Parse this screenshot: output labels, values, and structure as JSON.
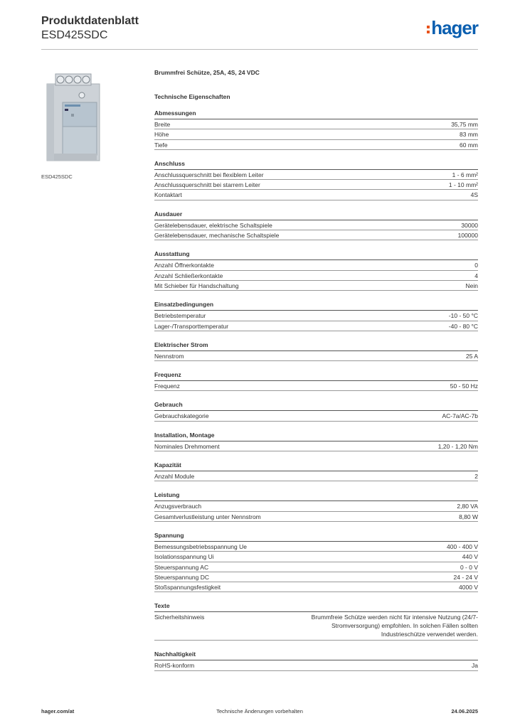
{
  "header": {
    "title": "Produktdatenblatt",
    "product_code": "ESD425SDC",
    "logo_text": "hager"
  },
  "image_caption": "ESD425SDC",
  "product_name": "Brummfrei Schütze, 25A, 4S, 24 VDC",
  "tech_title": "Technische Eigenschaften",
  "sections": [
    {
      "title": "Abmessungen",
      "rows": [
        {
          "label": "Breite",
          "value": "35,75 mm"
        },
        {
          "label": "Höhe",
          "value": "83 mm"
        },
        {
          "label": "Tiefe",
          "value": "60 mm"
        }
      ]
    },
    {
      "title": "Anschluss",
      "rows": [
        {
          "label": "Anschlussquerschnitt bei flexiblem Leiter",
          "value": "1 - 6 mm²"
        },
        {
          "label": "Anschlussquerschnitt bei starrem Leiter",
          "value": "1 - 10 mm²"
        },
        {
          "label": "Kontaktart",
          "value": "4S"
        }
      ]
    },
    {
      "title": "Ausdauer",
      "rows": [
        {
          "label": "Gerätelebensdauer, elektrische Schaltspiele",
          "value": "30000"
        },
        {
          "label": "Gerätelebensdauer, mechanische Schaltspiele",
          "value": "100000"
        }
      ]
    },
    {
      "title": "Ausstattung",
      "rows": [
        {
          "label": "Anzahl Öffnerkontakte",
          "value": "0"
        },
        {
          "label": "Anzahl Schließerkontakte",
          "value": "4"
        },
        {
          "label": "Mit Schieber für Handschaltung",
          "value": "Nein"
        }
      ]
    },
    {
      "title": "Einsatzbedingungen",
      "rows": [
        {
          "label": "Betriebstemperatur",
          "value": "-10 - 50 °C"
        },
        {
          "label": "Lager-/Transporttemperatur",
          "value": "-40 - 80 °C"
        }
      ]
    },
    {
      "title": "Elektrischer Strom",
      "rows": [
        {
          "label": "Nennstrom",
          "value": "25 A"
        }
      ]
    },
    {
      "title": "Frequenz",
      "rows": [
        {
          "label": "Frequenz",
          "value": "50 - 50 Hz"
        }
      ]
    },
    {
      "title": "Gebrauch",
      "rows": [
        {
          "label": "Gebrauchskategorie",
          "value": "AC-7a/AC-7b"
        }
      ]
    },
    {
      "title": "Installation, Montage",
      "rows": [
        {
          "label": "Nominales Drehmoment",
          "value": "1,20 - 1,20 Nm"
        }
      ]
    },
    {
      "title": "Kapazität",
      "rows": [
        {
          "label": "Anzahl Module",
          "value": "2"
        }
      ]
    },
    {
      "title": "Leistung",
      "rows": [
        {
          "label": "Anzugsverbrauch",
          "value": "2,80 VA"
        },
        {
          "label": "Gesamtverlustleistung unter Nennstrom",
          "value": "8,80 W"
        }
      ]
    },
    {
      "title": "Spannung",
      "rows": [
        {
          "label": "Bemessungsbetriebsspannung Ue",
          "value": "400 - 400 V"
        },
        {
          "label": "Isolationsspannung Ui",
          "value": "440 V"
        },
        {
          "label": "Steuerspannung AC",
          "value": "0 - 0 V"
        },
        {
          "label": "Steuerspannung DC",
          "value": "24 - 24 V"
        },
        {
          "label": "Stoßspannungsfestigkeit",
          "value": "4000 V"
        }
      ]
    },
    {
      "title": "Texte",
      "rows": [
        {
          "label": "Sicherheitshinweis",
          "value": "Brummfreie Schütze werden nicht für intensive Nutzung (24/7-Stromversorgung) empfohlen. In solchen Fällen sollten Industrieschütze verwendet werden.",
          "tall": true
        }
      ]
    },
    {
      "title": "Nachhaltigkeit",
      "rows": [
        {
          "label": "RoHS-konform",
          "value": "Ja"
        }
      ]
    }
  ],
  "footer": {
    "website": "hager.com/at",
    "note": "Technische Änderungen vorbehalten",
    "date": "24.06.2025"
  }
}
